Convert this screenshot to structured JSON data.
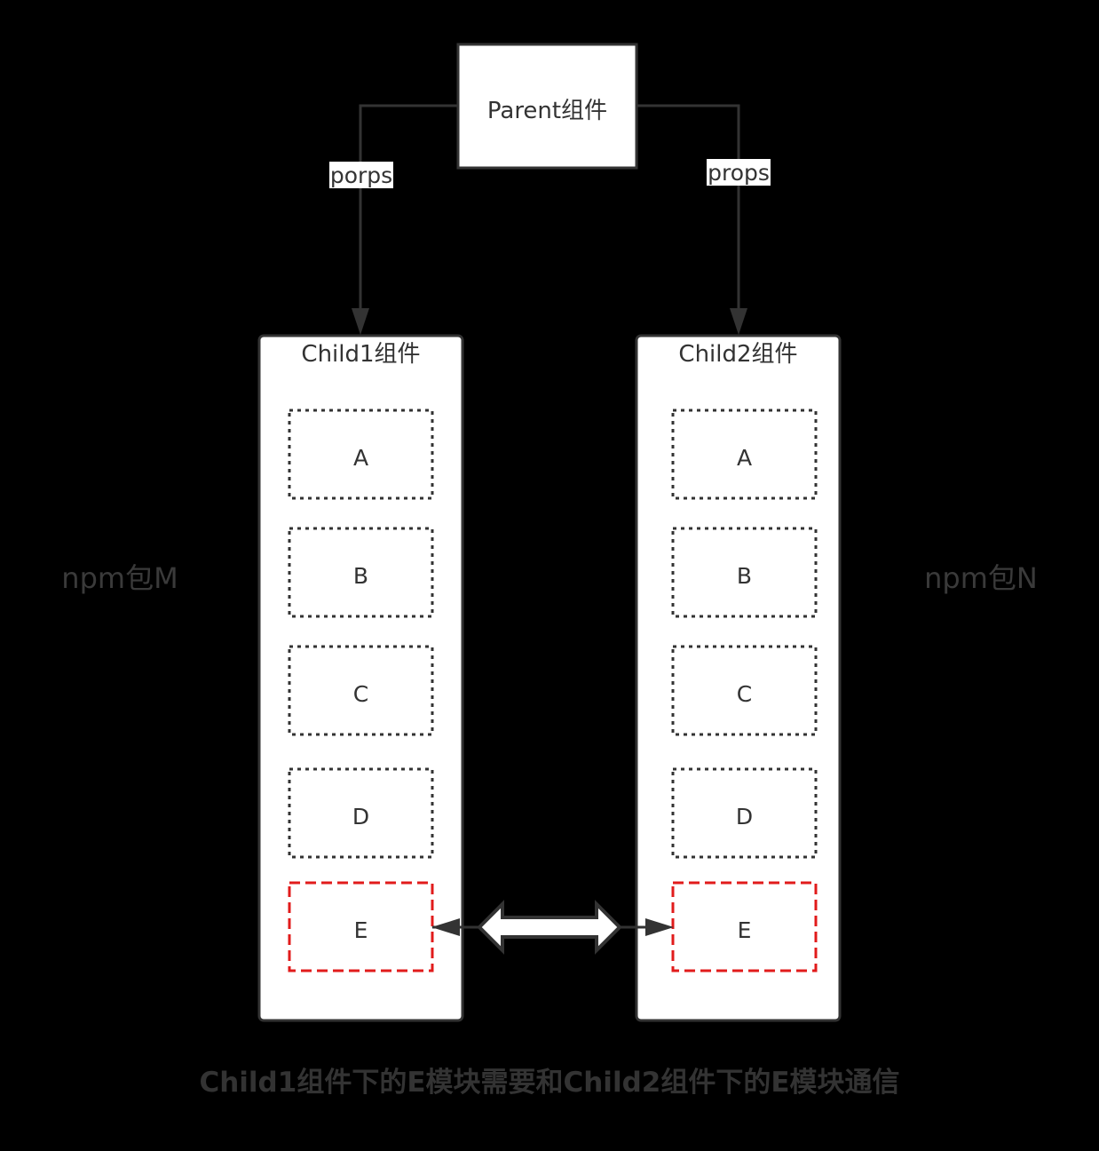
{
  "colors": {
    "stroke": "#333333",
    "dashed_red": "#e11b1b",
    "node_fill": "#ffffff",
    "background": "#000000"
  },
  "nodes": {
    "parent": {
      "label": "Parent组件"
    },
    "child1": {
      "label": "Child1组件",
      "modules": [
        "A",
        "B",
        "C",
        "D",
        "E"
      ]
    },
    "child2": {
      "label": "Child2组件",
      "modules": [
        "A",
        "B",
        "C",
        "D",
        "E"
      ]
    }
  },
  "edges": {
    "parent_to_child1": {
      "label": "porps"
    },
    "parent_to_child2": {
      "label": "props"
    }
  },
  "side_labels": {
    "left": "npm包M",
    "right": "npm包N"
  },
  "caption": "Child1组件下的E模块需要和Child2组件下的E模块通信"
}
